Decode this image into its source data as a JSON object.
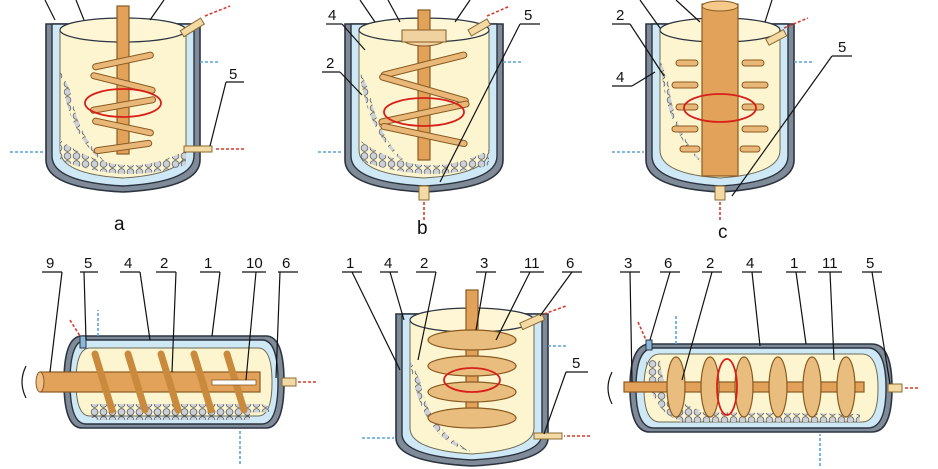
{
  "panel_labels": {
    "a": "a",
    "b": "b",
    "c": "c"
  },
  "callouts": {
    "n1": "1",
    "n2": "2",
    "n3": "3",
    "n4": "4",
    "n5": "5",
    "n6": "6",
    "n9": "9",
    "n10": "10",
    "n11": "11"
  },
  "colors": {
    "heating_in": "#d83a2c",
    "coolant": "#5aa3dc",
    "swirl": "#d8201a",
    "shaft": "#e3a25a",
    "vessel_wall": "#7f8b98",
    "jacket": "#cfe8f6",
    "fill": "#fdf5cf"
  }
}
